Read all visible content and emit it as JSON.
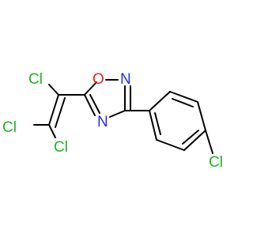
{
  "molecule": {
    "atoms": {
      "cl1": {
        "label": "Cl",
        "color": "#22b122"
      },
      "cl2": {
        "label": "Cl",
        "color": "#22b122"
      },
      "cl3": {
        "label": "Cl",
        "color": "#22b122"
      },
      "cl4": {
        "label": "Cl",
        "color": "#22b122"
      },
      "o1": {
        "label": "O",
        "color": "#ee2222"
      },
      "n2": {
        "label": "N",
        "color": "#2a2aee"
      },
      "n4": {
        "label": "N",
        "color": "#2a2aee"
      }
    },
    "bond_color": "#000000"
  }
}
